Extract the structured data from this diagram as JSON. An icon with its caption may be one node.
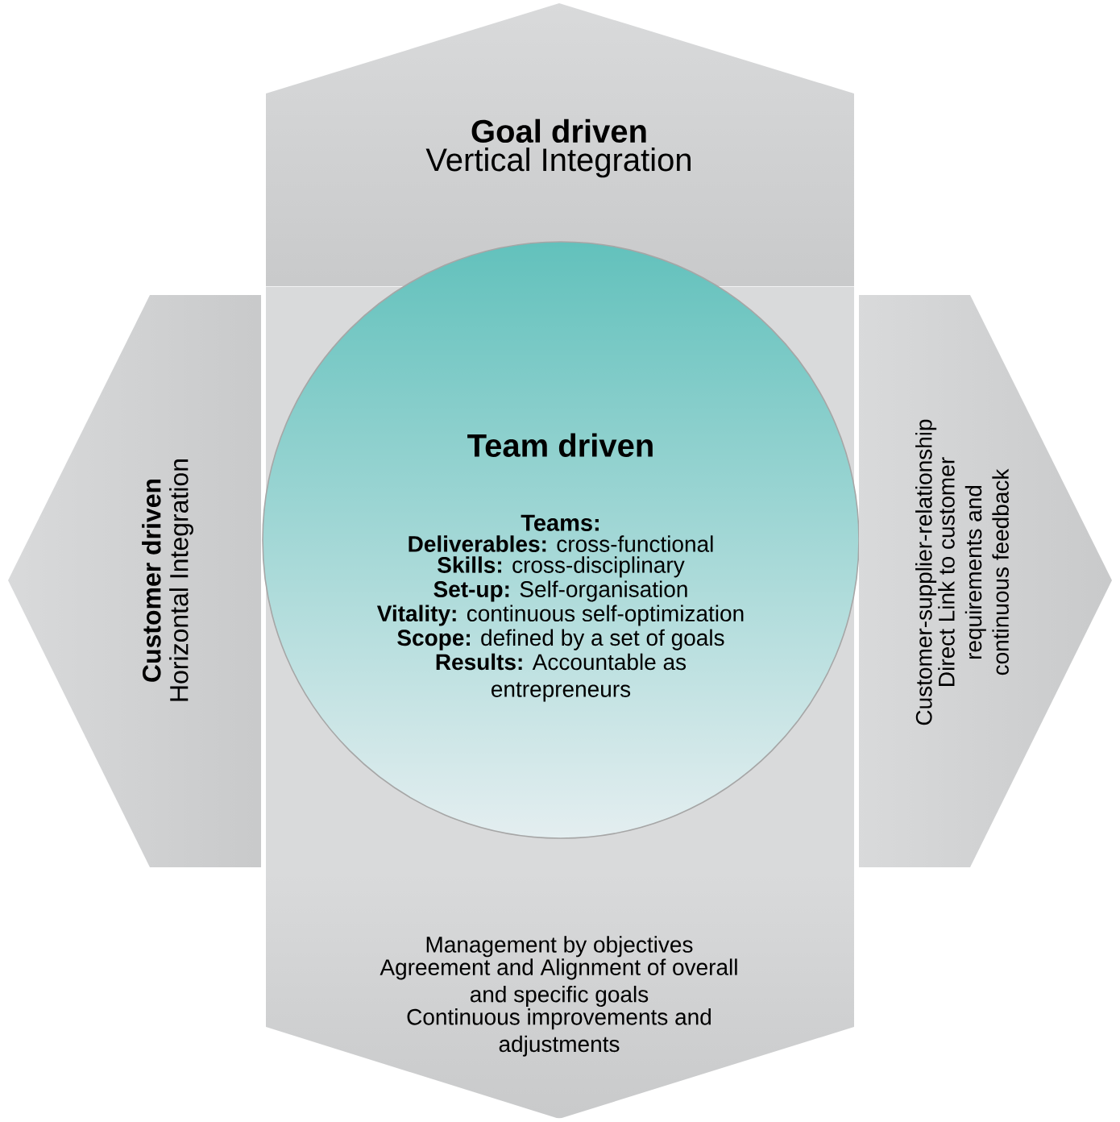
{
  "diagram": {
    "nodes": [
      {
        "text": [
          "Goal driven",
          "Vertical Integration"
        ]
      },
      {
        "text": [
          "Customer driven",
          "Horizontal Integration"
        ]
      },
      {
        "text": [
          "Team driven",
          "Teams:",
          "**Deliverables:** cross-functional",
          "**Skills:** cross-disciplinary",
          "**Set-up:** Self-organisation",
          "**Vitality:** continuous self-optimization",
          "**Scope:** defined by a set of goals",
          "**Results:** Accountable as entrepreneurs"
        ]
      },
      {
        "text": [
          "Customer-supplier-relationship",
          "Direct Link to customer requirements and continuous feedback"
        ]
      },
      {
        "text": [
          "Management by objectives",
          "Agreement and Alignment of overall and specific goals",
          "Continuous improvements and adjustments"
        ]
      }
    ]
  }
}
